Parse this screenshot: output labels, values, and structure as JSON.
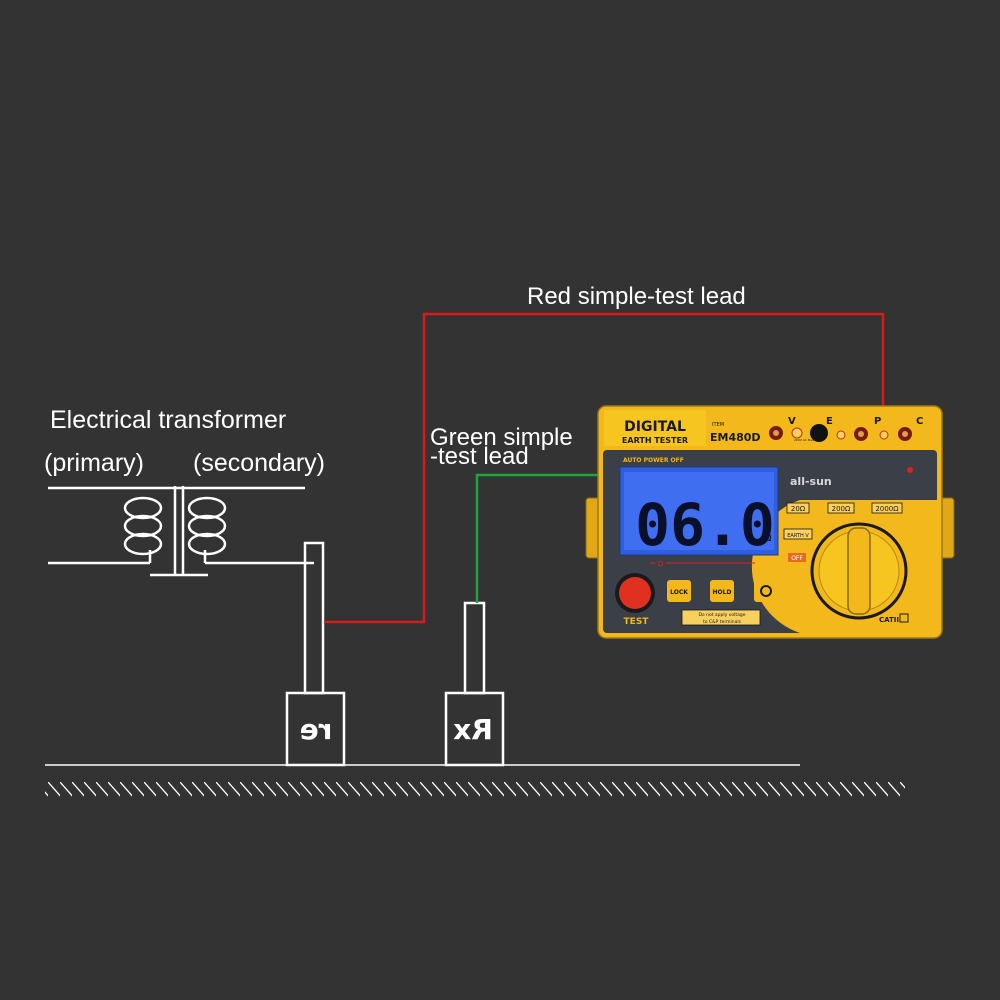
{
  "labels": {
    "transformer": "Electrical transformer",
    "primary": "(primary)",
    "secondary": "(secondary)",
    "red_lead": "Red simple-test lead",
    "green_lead_line1": "Green simple",
    "green_lead_line2": "-test lead",
    "re_electrode": "re",
    "rx_electrode": "Rx"
  },
  "colors": {
    "background": "#333333",
    "line": "#ffffff",
    "red_lead": "#d81b1b",
    "green_lead": "#1fa33a",
    "tester_body": "#f2b81c",
    "lcd": "#2f5fe0"
  },
  "tester": {
    "title_line1": "DIGITAL",
    "title_line2": "EARTH TESTER",
    "item_label": "ITEM",
    "model": "EM480D",
    "terminal_v": "V",
    "terminal_e": "E",
    "terminal_p": "P",
    "terminal_c": "C",
    "voltage_note": "200V AC Max",
    "auto_power_off": "AUTO POWER OFF",
    "brand": "all-sun",
    "display_value": "06.0",
    "display_unit": "Ω",
    "omega_mark": "Ω",
    "range_20": "20Ω",
    "range_200": "200Ω",
    "range_2000": "2000Ω",
    "earth_v": "EARTH V",
    "off": "OFF",
    "lock": "LOCK",
    "hold": "HOLD",
    "test": "TEST",
    "warning_line1": "Do not apply voltage",
    "warning_line2": "to C&P terminals",
    "cat": "CATII"
  }
}
